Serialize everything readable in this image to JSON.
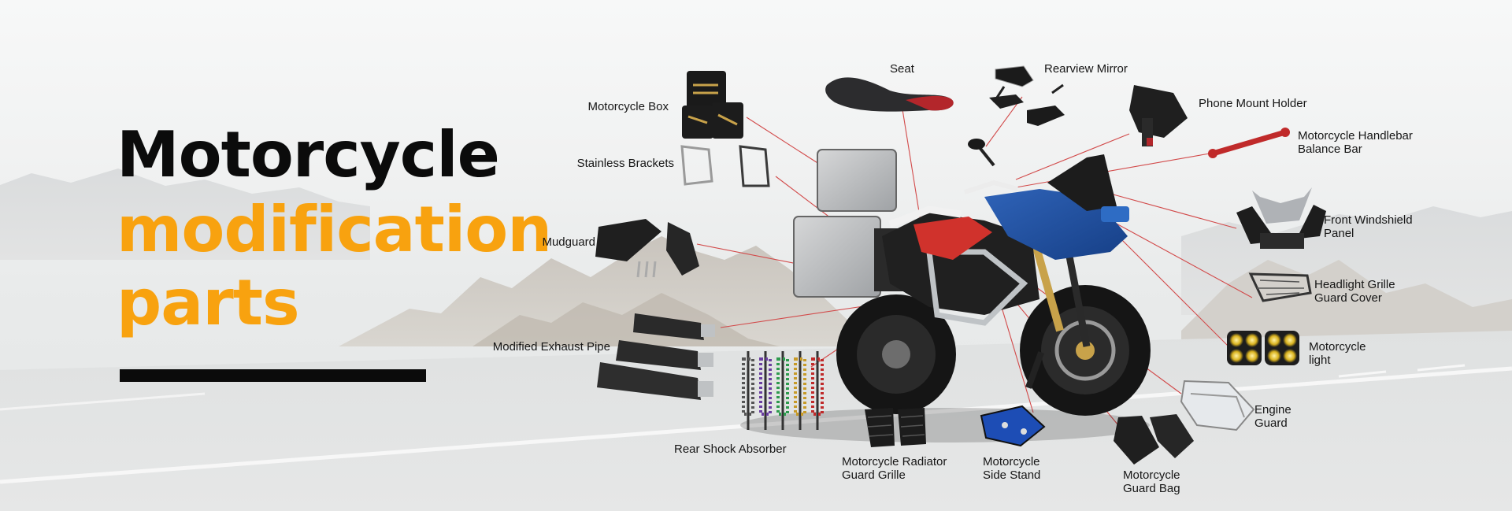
{
  "banner": {
    "headline": {
      "line1": "Motorcycle",
      "line2": "modification",
      "line3": "parts"
    },
    "colors": {
      "headline_dark": "#0b0b0b",
      "headline_accent": "#f8a20f",
      "callout_line": "#d24a4a",
      "underline": "#0b0b0b"
    }
  },
  "parts": {
    "seat": "Seat",
    "rearview_mirror": "Rearview Mirror",
    "phone_mount": "Phone Mount Holder",
    "handlebar_bar": [
      "Motorcycle Handlebar",
      "Balance Bar"
    ],
    "motorcycle_box": "Motorcycle Box",
    "stainless_brackets": "Stainless Brackets",
    "mudguard": "Mudguard",
    "windshield": [
      "Front Windshield",
      "Panel"
    ],
    "headlight_grille": [
      "Headlight Grille",
      "Guard Cover"
    ],
    "motorcycle_light": [
      "Motorcycle",
      "light"
    ],
    "exhaust_pipe": "Modified Exhaust Pipe",
    "engine_guard": [
      "Engine",
      "Guard"
    ],
    "rear_shock": "Rear Shock Absorber",
    "radiator_grille": [
      "Motorcycle Radiator",
      "Guard Grille"
    ],
    "side_stand": [
      "Motorcycle",
      "Side Stand"
    ],
    "guard_bag": [
      "Motorcycle",
      "Guard Bag"
    ]
  }
}
